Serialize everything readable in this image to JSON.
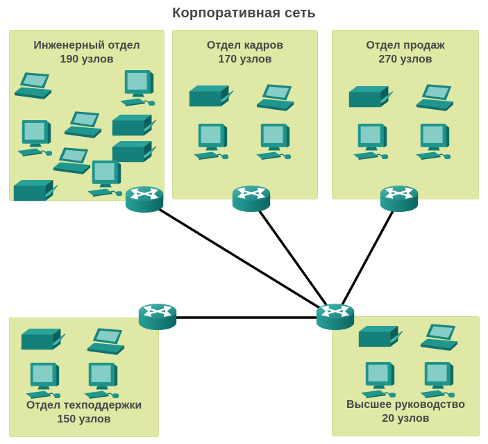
{
  "title": "Корпоративная сеть",
  "departments": [
    {
      "id": "engineering",
      "name": "Инженерный отдел",
      "nodes": "190 узлов",
      "devices": [
        "laptop",
        "desktop",
        "laptop",
        "desktop",
        "server",
        "server",
        "laptop",
        "desktop",
        "server"
      ]
    },
    {
      "id": "hr",
      "name": "Отдел кадров",
      "nodes": "170 узлов",
      "devices": [
        "server",
        "laptop",
        "desktop",
        "desktop"
      ]
    },
    {
      "id": "sales",
      "name": "Отдел продаж",
      "nodes": "270 узлов",
      "devices": [
        "server",
        "laptop",
        "desktop",
        "desktop"
      ]
    },
    {
      "id": "support",
      "name": "Отдел техподдержки",
      "nodes": "150 узлов",
      "devices": [
        "server",
        "laptop",
        "desktop",
        "desktop"
      ]
    },
    {
      "id": "management",
      "name": "Высшее руководство",
      "nodes": "20 узлов",
      "devices": [
        "server",
        "laptop",
        "desktop",
        "desktop"
      ]
    }
  ],
  "routers": [
    {
      "id": "engineering-router"
    },
    {
      "id": "hr-router"
    },
    {
      "id": "sales-router"
    },
    {
      "id": "support-router"
    },
    {
      "id": "core-router"
    }
  ],
  "links": [
    {
      "from": "engineering-router",
      "to": "core-router"
    },
    {
      "from": "hr-router",
      "to": "core-router"
    },
    {
      "from": "sales-router",
      "to": "core-router"
    },
    {
      "from": "support-router",
      "to": "core-router"
    }
  ],
  "colors": {
    "box_bg": "#e0e8a5",
    "device_teal": "#17857f",
    "device_teal_light": "#2aa199",
    "screen": "#85cdc5",
    "link": "#000000",
    "text": "#474747"
  }
}
